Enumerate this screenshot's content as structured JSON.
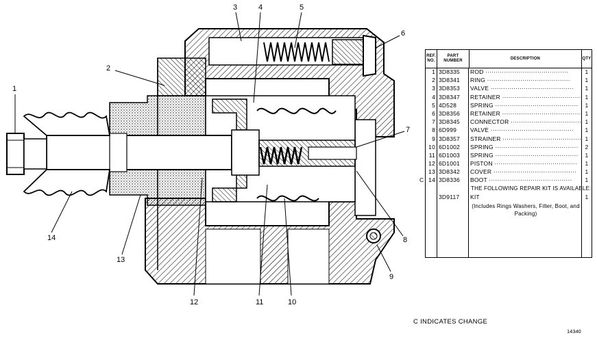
{
  "figure": {
    "callouts": [
      "1",
      "2",
      "3",
      "4",
      "5",
      "6",
      "7",
      "8",
      "9",
      "10",
      "11",
      "12",
      "13",
      "14"
    ],
    "change_note": "C INDICATES CHANGE",
    "figure_number": "14340"
  },
  "parts_table": {
    "headers": {
      "ref": "REF. NO.",
      "part_number": "PART NUMBER",
      "description": "DESCRIPTION",
      "qty": "QTY"
    },
    "rows": [
      {
        "ref": "1",
        "change": "",
        "part": "3D8335",
        "desc": "ROD",
        "qty": "1"
      },
      {
        "ref": "2",
        "change": "",
        "part": "3D8341",
        "desc": "RING",
        "qty": "1"
      },
      {
        "ref": "3",
        "change": "",
        "part": "3D8353",
        "desc": "VALVE",
        "qty": "1"
      },
      {
        "ref": "4",
        "change": "",
        "part": "3D8347",
        "desc": "RETAINER",
        "qty": "1"
      },
      {
        "ref": "5",
        "change": "",
        "part": "4D528",
        "desc": "SPRING",
        "qty": "1"
      },
      {
        "ref": "6",
        "change": "",
        "part": "3D8356",
        "desc": "RETAINER",
        "qty": "1"
      },
      {
        "ref": "7",
        "change": "",
        "part": "3D8345",
        "desc": "CONNECTOR",
        "qty": "1"
      },
      {
        "ref": "8",
        "change": "",
        "part": "6D999",
        "desc": "VALVE",
        "qty": "1"
      },
      {
        "ref": "9",
        "change": "",
        "part": "3D8357",
        "desc": "STRAINER",
        "qty": "1"
      },
      {
        "ref": "10",
        "change": "",
        "part": "6D1002",
        "desc": "SPRING",
        "qty": "2"
      },
      {
        "ref": "11",
        "change": "",
        "part": "6D1003",
        "desc": "SPRING",
        "qty": "1"
      },
      {
        "ref": "12",
        "change": "",
        "part": "6D1001",
        "desc": "PISTON",
        "qty": "1"
      },
      {
        "ref": "13",
        "change": "",
        "part": "3D8342",
        "desc": "COVER",
        "qty": "1"
      },
      {
        "ref": "14",
        "change": "C",
        "part": "3D8336",
        "desc": "BOOT",
        "qty": "1"
      }
    ],
    "repair_notice": "THE FOLLOWING REPAIR KIT IS AVAILABLE:",
    "kit": {
      "part": "3D9117",
      "desc": "KIT",
      "qty": "1",
      "includes": "(Includes Rings Washers, Filter, Boot, and Packing)"
    }
  }
}
